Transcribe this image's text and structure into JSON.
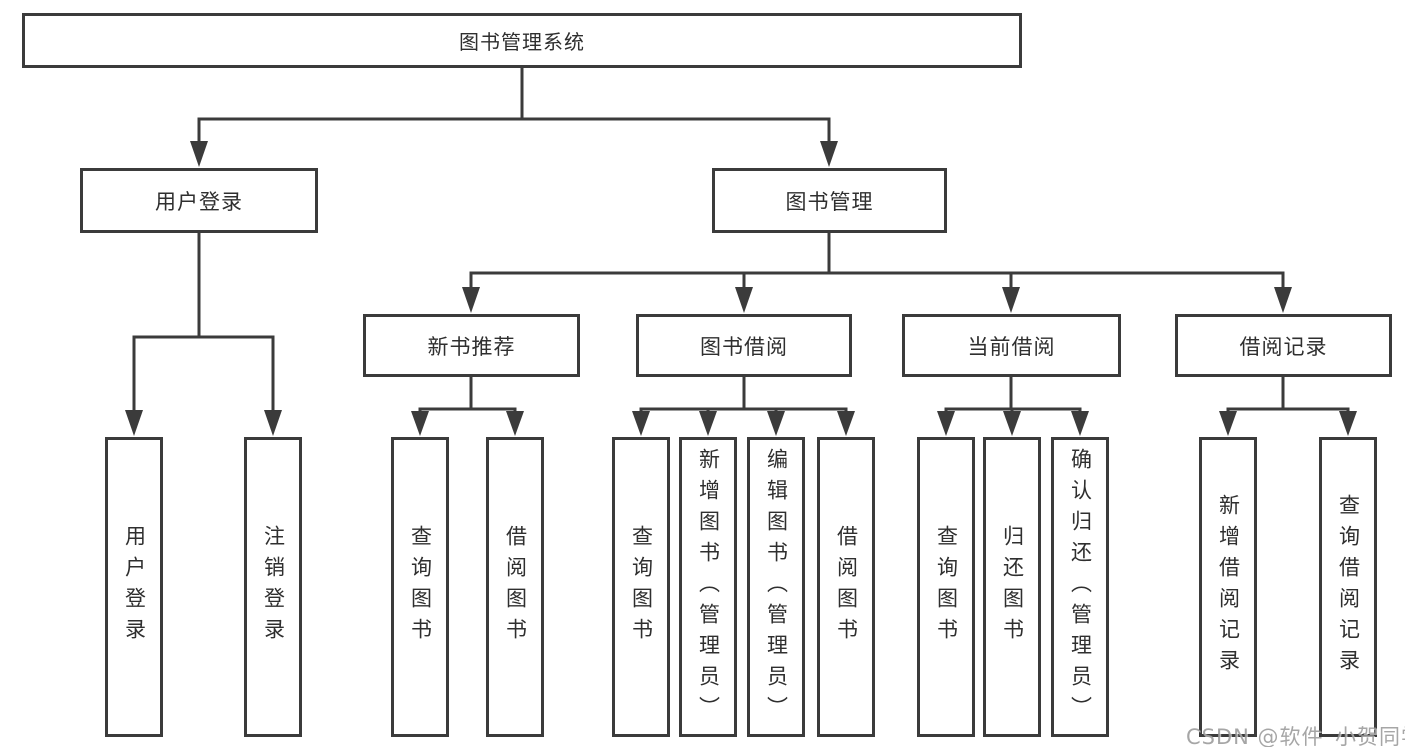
{
  "tree": {
    "root": {
      "label": "图书管理系统",
      "children": [
        {
          "label": "用户登录",
          "children": [
            {
              "label": "用户登录"
            },
            {
              "label": "注销登录"
            }
          ]
        },
        {
          "label": "图书管理",
          "children": [
            {
              "label": "新书推荐",
              "children": [
                {
                  "label": "查询图书"
                },
                {
                  "label": "借阅图书"
                }
              ]
            },
            {
              "label": "图书借阅",
              "children": [
                {
                  "label": "查询图书"
                },
                {
                  "label": "新增图书（管理员）"
                },
                {
                  "label": "编辑图书（管理员）"
                },
                {
                  "label": "借阅图书"
                }
              ]
            },
            {
              "label": "当前借阅",
              "children": [
                {
                  "label": "查询图书"
                },
                {
                  "label": "归还图书"
                },
                {
                  "label": "确认归还（管理员）"
                }
              ]
            },
            {
              "label": "借阅记录",
              "children": [
                {
                  "label": "新增借阅记录"
                },
                {
                  "label": "查询借阅记录"
                }
              ]
            }
          ]
        }
      ]
    }
  },
  "watermark": "CSDN @软件_小贺同学",
  "colors": {
    "line": "#3b3b3b",
    "text": "#2f2f2f",
    "background": "#ffffff",
    "watermark": "#969696"
  }
}
